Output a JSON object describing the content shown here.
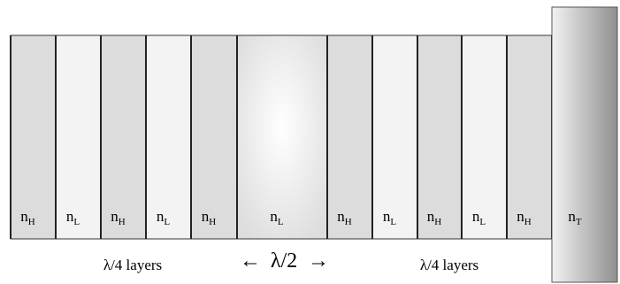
{
  "layers": [
    {
      "base": "n",
      "sub": "H",
      "kind": "high"
    },
    {
      "base": "n",
      "sub": "L",
      "kind": "low"
    },
    {
      "base": "n",
      "sub": "H",
      "kind": "high"
    },
    {
      "base": "n",
      "sub": "L",
      "kind": "low"
    },
    {
      "base": "n",
      "sub": "H",
      "kind": "high"
    },
    {
      "base": "n",
      "sub": "L",
      "kind": "spacer"
    },
    {
      "base": "n",
      "sub": "H",
      "kind": "high"
    },
    {
      "base": "n",
      "sub": "L",
      "kind": "low"
    },
    {
      "base": "n",
      "sub": "H",
      "kind": "high"
    },
    {
      "base": "n",
      "sub": "L",
      "kind": "low"
    },
    {
      "base": "n",
      "sub": "H",
      "kind": "high"
    }
  ],
  "substrate": {
    "base": "n",
    "sub": "T"
  },
  "captions": {
    "left": "λ/4 layers",
    "right": "λ/4 layers",
    "middle": "λ/2",
    "arrow_left": "←",
    "arrow_right": "→"
  },
  "colors": {
    "high": "#dcdcdc",
    "low": "#f3f3f3",
    "spacer_center": "#ffffff",
    "spacer_edge": "#dddddd",
    "substrate_light": "#f2f2f2",
    "substrate_dark": "#8f8f8f",
    "stroke": "#333333"
  }
}
